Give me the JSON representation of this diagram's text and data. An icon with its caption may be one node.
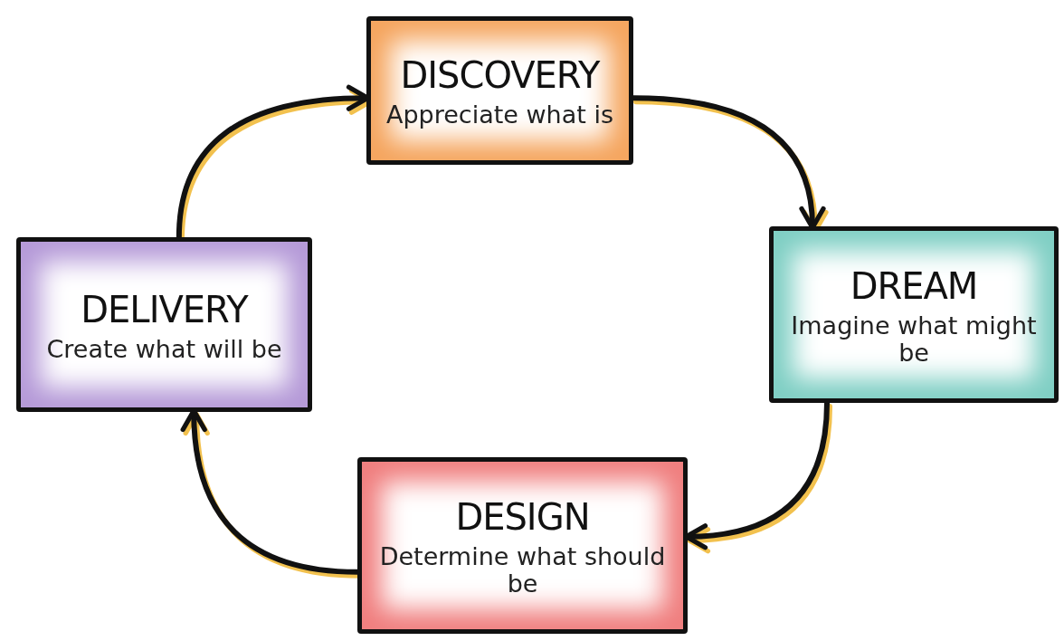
{
  "diagram": {
    "nodes": [
      {
        "text": [
          "DISCOVERY",
          "Appreciate what is"
        ]
      },
      {
        "text": [
          "DREAM",
          "Imagine what might be"
        ]
      },
      {
        "text": [
          "DESIGN",
          "Determine what should be"
        ]
      },
      {
        "text": [
          "DELIVERY",
          "Create what will be"
        ]
      }
    ],
    "edges": [
      {
        "from": 0,
        "to": 1,
        "arrow": "to"
      },
      {
        "from": 1,
        "to": 2,
        "arrow": "to"
      },
      {
        "from": 2,
        "to": 3,
        "arrow": "to"
      },
      {
        "from": 3,
        "to": 0,
        "arrow": "to"
      }
    ]
  }
}
